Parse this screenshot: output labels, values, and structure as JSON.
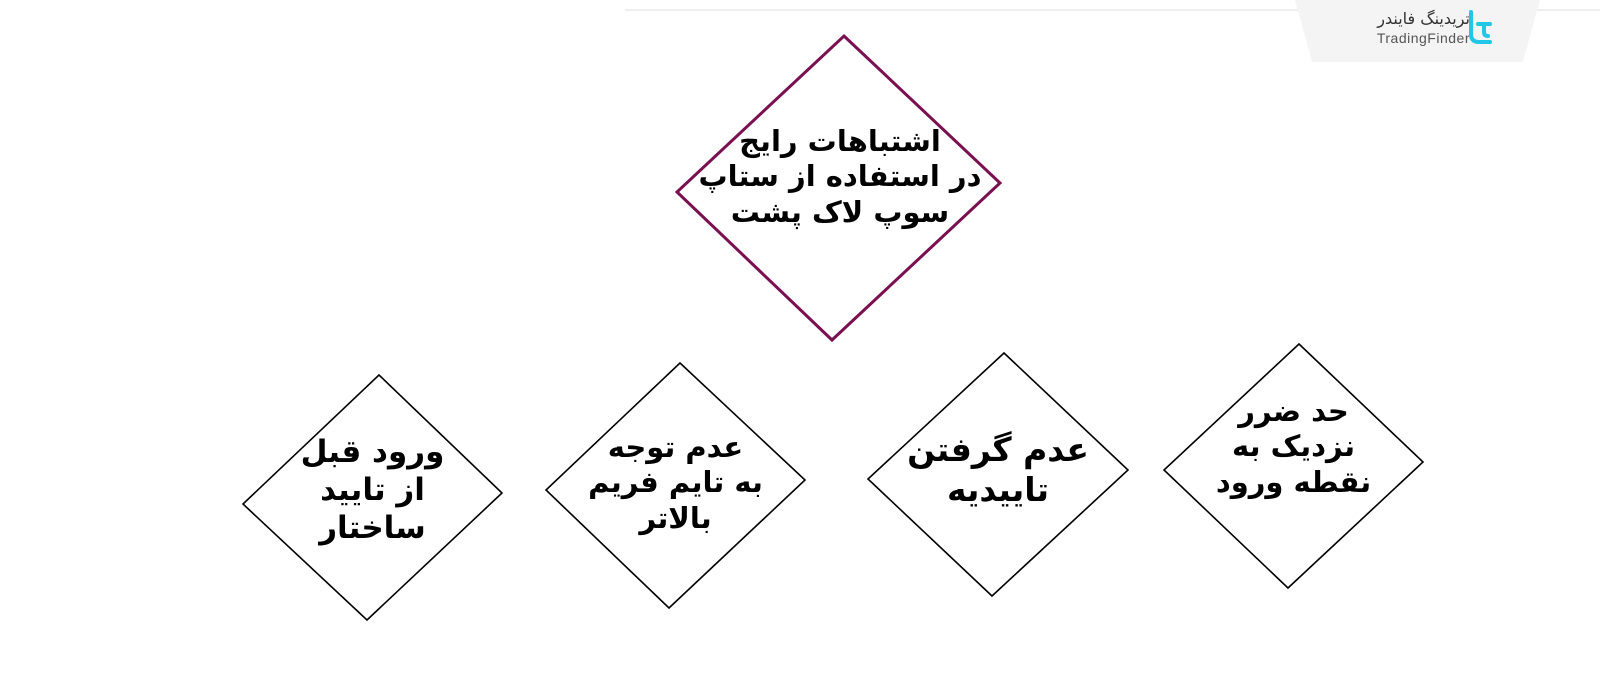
{
  "brand": {
    "name_fa": "تریدینگ فایندر",
    "name_en": "TradingFinder",
    "accent": "#22c7e6"
  },
  "diagram": {
    "root": {
      "lines": [
        "اشتباهات رایج",
        "در استفاده از ستاپ",
        "سوپ لاک پشت"
      ],
      "border_color": "#7a1050"
    },
    "items": [
      {
        "lines": [
          "حد ضرر",
          "نزدیک به",
          "نقطه ورود"
        ]
      },
      {
        "lines": [
          "عدم گرفتن",
          "تاییدیه"
        ]
      },
      {
        "lines": [
          "عدم توجه",
          "به تایم فریم",
          "بالاتر"
        ]
      },
      {
        "lines": [
          "ورود قبل",
          "از تایید",
          "ساختار"
        ]
      }
    ]
  }
}
